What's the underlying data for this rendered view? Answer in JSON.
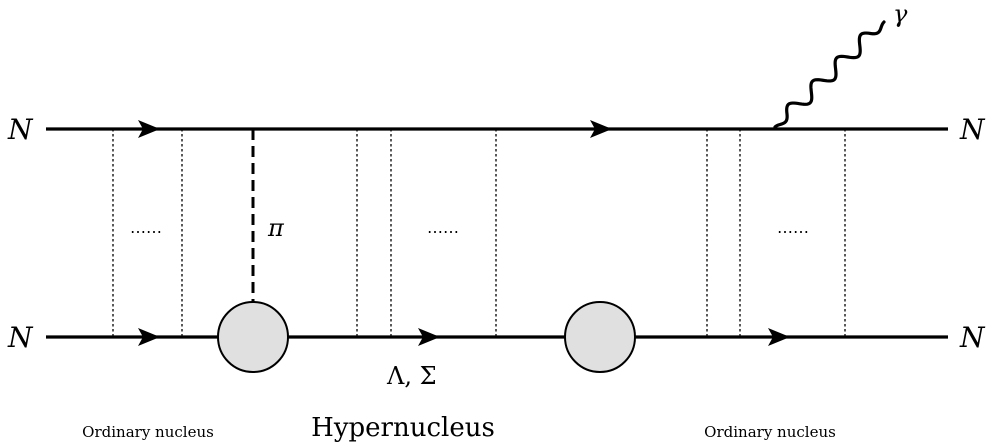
{
  "diagram": {
    "labels": {
      "nucleon_top_left": "N",
      "nucleon_top_right": "N",
      "nucleon_bottom_left": "N",
      "nucleon_bottom_right": "N",
      "photon": "γ",
      "pion": "π",
      "hyperons": "Λ, Σ",
      "ellipsis_left": "⋯⋯",
      "ellipsis_middle": "⋯⋯",
      "ellipsis_right": "⋯⋯"
    },
    "captions": {
      "left": "Ordinary nucleus",
      "center": "Hypernucleus",
      "right": "Ordinary nucleus"
    }
  }
}
